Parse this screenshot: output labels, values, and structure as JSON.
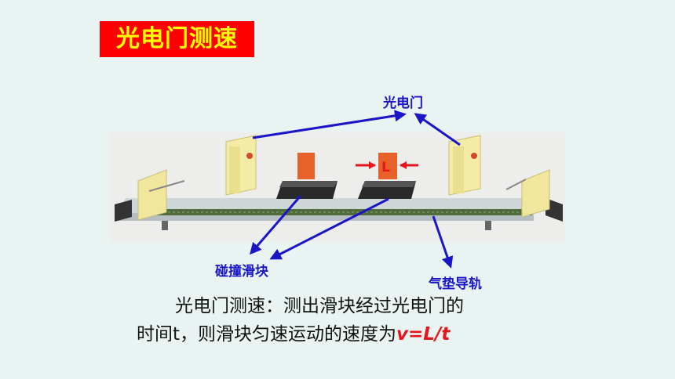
{
  "title": "光电门测速",
  "labels": {
    "gate": "光电门",
    "slider": "碰撞滑块",
    "track": "气垫导轨",
    "length": "L"
  },
  "description": {
    "line1": "光电门测速：测出滑块经过光电门的",
    "line2_prefix": "时间t，则滑块匀速运动的速度为",
    "formula": "v=L/t"
  },
  "colors": {
    "title_bg": "#ff0000",
    "title_text": "#ffff00",
    "arrow_blue": "#1a16c8",
    "formula_red": "#e8141c"
  }
}
